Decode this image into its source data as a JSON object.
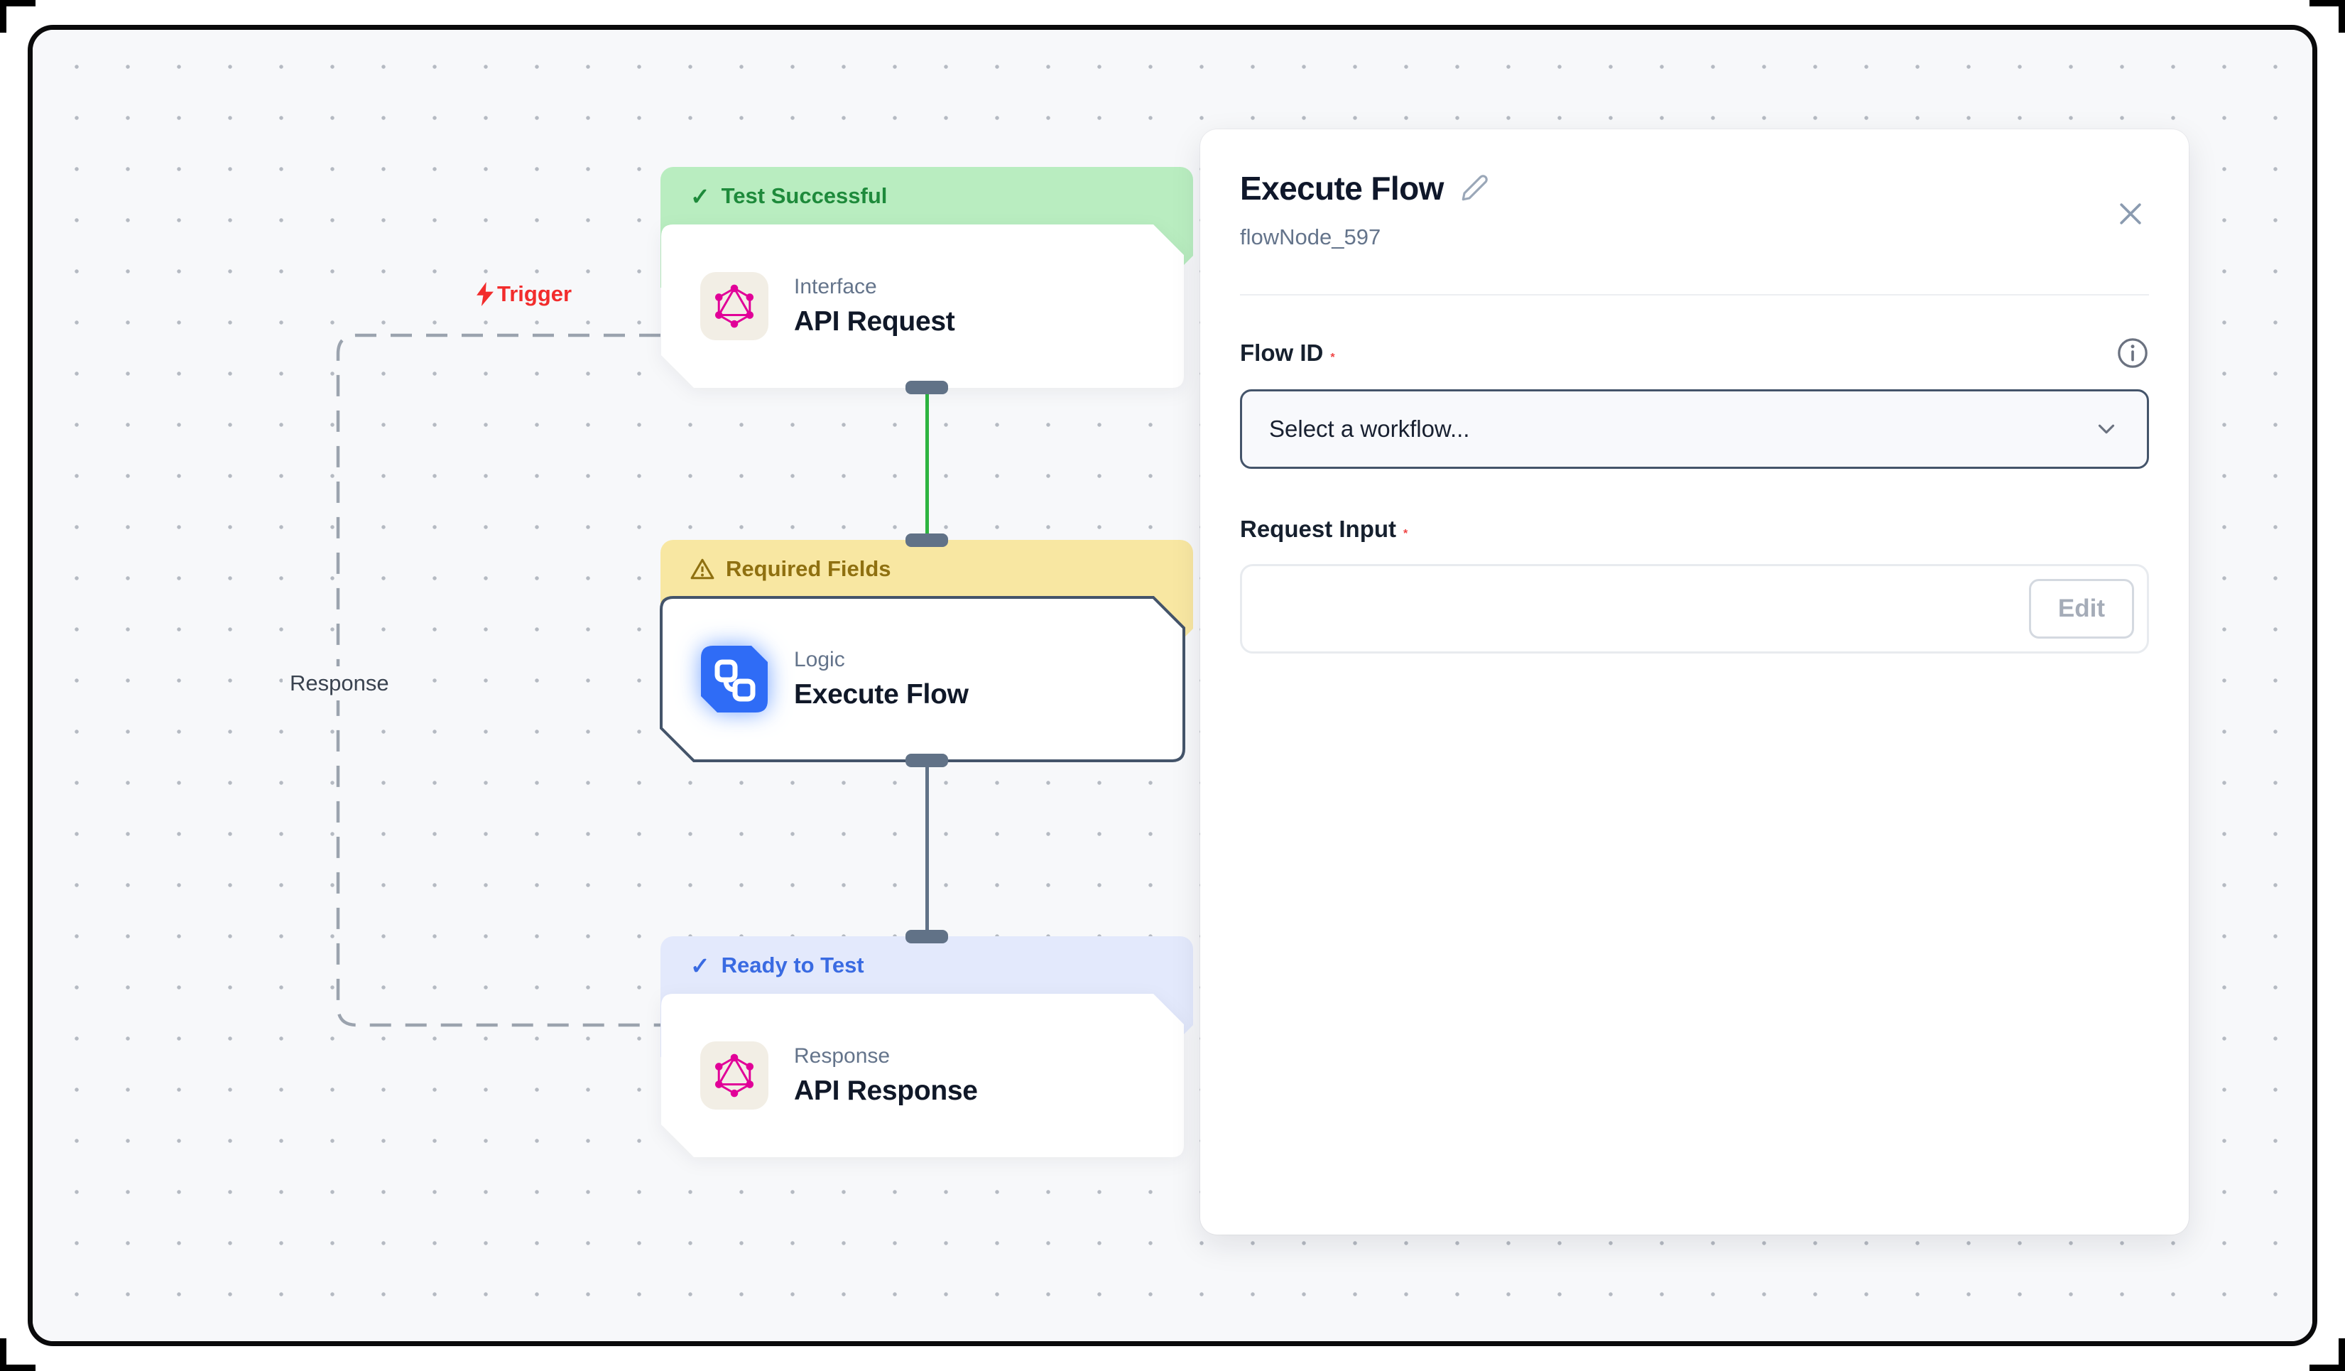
{
  "canvas": {
    "edge_labels": {
      "trigger": "Trigger",
      "response": "Response"
    },
    "nodes": [
      {
        "status": "Test Successful",
        "status_icon": "✓",
        "category": "Interface",
        "title": "API Request"
      },
      {
        "status": "Required Fields",
        "status_icon": "⚠",
        "category": "Logic",
        "title": "Execute Flow"
      },
      {
        "status": "Ready to Test",
        "status_icon": "✓",
        "category": "Response",
        "title": "API Response"
      }
    ]
  },
  "panel": {
    "title": "Execute Flow",
    "subtitle": "flowNode_597",
    "flow_id": {
      "label": "Flow ID",
      "required_mark": "*",
      "placeholder": "Select a workflow..."
    },
    "request_input": {
      "label": "Request Input",
      "required_mark": "*",
      "edit_label": "Edit"
    }
  },
  "colors": {
    "canvas_bg": "#f7f8fa",
    "frame_border": "#0a0a0b",
    "status_success_bg": "#b9edc0",
    "status_success_text": "#1e8a3b",
    "status_warning_bg": "#f8e7a2",
    "status_warning_text": "#8f7010",
    "status_ready_bg": "#e3e9fc",
    "status_ready_text": "#3a6be2",
    "edge_green": "#2db440",
    "edge_slate": "#617287",
    "edge_dashed": "#9ba3ae",
    "trigger_red": "#f22c2c",
    "required_star": "#ef4444",
    "graphql_pink": "#e10098",
    "logic_blue": "#2f6cf6",
    "selected_border": "#44546a",
    "muted_text": "#64748b"
  }
}
